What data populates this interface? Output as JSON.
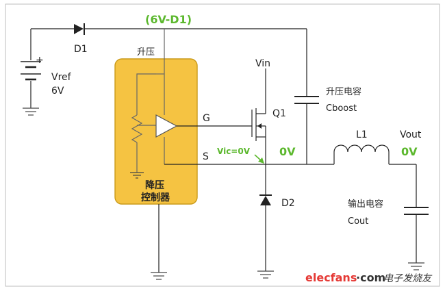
{
  "labels": {
    "top_node": "(6V-D1)",
    "d1": "D1",
    "vref_plus": "+",
    "vref_name": "Vref",
    "vref_value": "6V",
    "boost_title": "升压",
    "buck_controller_line1": "降压",
    "buck_controller_line2": "控制器",
    "pin_g": "G",
    "pin_s": "S",
    "vin": "Vin",
    "q1": "Q1",
    "cboost_cn": "升压电容",
    "cboost": "Cboost",
    "vic": "Vic=0V",
    "node_0v": "0V",
    "l1": "L1",
    "vout": "Vout",
    "vout_0v": "0V",
    "d2": "D2",
    "cout_cn": "输出电容",
    "cout": "Cout"
  },
  "watermark": {
    "brand_red": "elecfans",
    "brand_dark": "·com",
    "cn": "电子发烧友"
  },
  "colors": {
    "controller_fill": "#f5c342",
    "controller_stroke": "#c99a1a",
    "accent_green": "#5cb82e",
    "wire": "#222222",
    "watermark_red": "#e53935"
  }
}
